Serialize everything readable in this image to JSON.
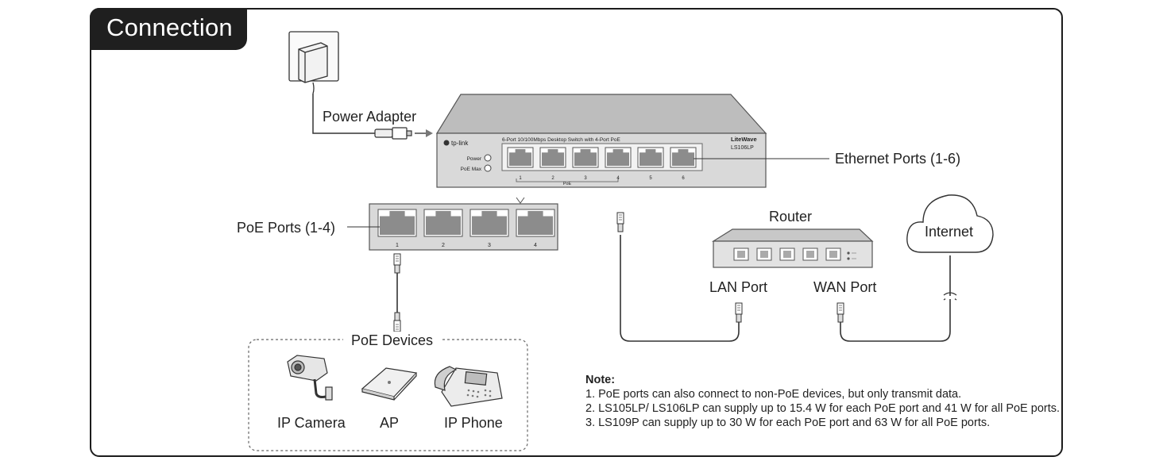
{
  "title": "Connection",
  "labels": {
    "power_adapter": "Power Adapter",
    "ethernet_ports": "Ethernet Ports (1-6)",
    "poe_ports": "PoE Ports (1-4)",
    "router": "Router",
    "internet": "Internet",
    "lan_port": "LAN Port",
    "wan_port": "WAN Port",
    "poe_devices": "PoE Devices",
    "ip_camera": "IP Camera",
    "ap": "AP",
    "ip_phone": "IP Phone"
  },
  "switch": {
    "brand": "tp-link",
    "description": "6-Port 10/100Mbps Desktop Switch with 4-Port PoE",
    "series_logo": "LiteWave",
    "model": "LS106LP",
    "power_led": "Power",
    "poe_max_led": "PoE Max",
    "port_numbers": [
      "1",
      "2",
      "3",
      "4",
      "5",
      "6"
    ],
    "poe_group_label": "PoE"
  },
  "poe_panel": {
    "port_numbers": [
      "1",
      "2",
      "3",
      "4"
    ]
  },
  "note": {
    "heading": "Note:",
    "lines": [
      "1. PoE ports can also connect to non-PoE devices, but only transmit data.",
      "2. LS105LP/ LS106LP can supply up to 15.4 W for each PoE port and 41 W for all PoE ports.",
      "3. LS109P can supply up to 30 W for each PoE port and 63 W for all PoE ports."
    ]
  },
  "colors": {
    "frame": "#1c1c1c",
    "title_bg": "#1f1f1f",
    "switch_body": "#d9d9d9",
    "port_fill": "#8c8c8c",
    "line": "#333333"
  },
  "icons": [
    "power-adapter-icon",
    "switch-icon",
    "router-icon",
    "cloud-icon",
    "ip-camera-icon",
    "access-point-icon",
    "ip-phone-icon",
    "ethernet-connector-icon"
  ]
}
